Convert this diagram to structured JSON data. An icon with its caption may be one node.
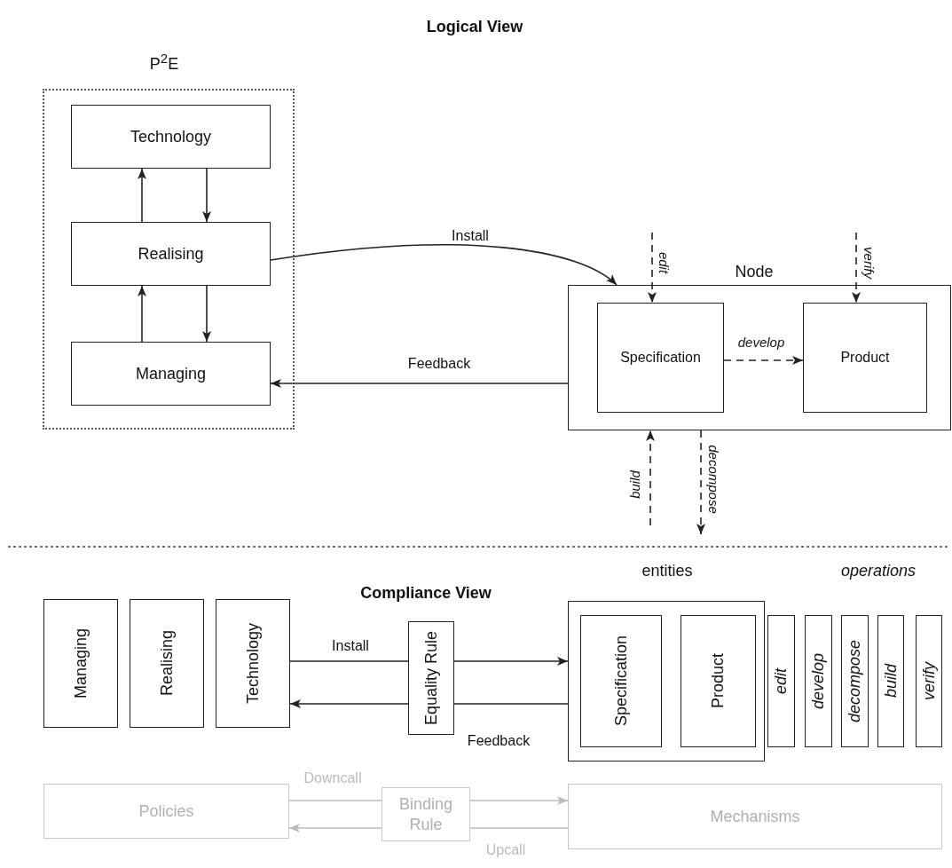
{
  "diagram": {
    "title": "Logical View",
    "nodes": [
      {
        "text": [
          "P$^{2}$E"
        ]
      },
      {
        "text": [
          "Technology"
        ],
        "in": 0
      },
      {
        "text": [
          "Realising"
        ],
        "in": 0
      },
      {
        "text": [
          "Managing"
        ],
        "in": 0
      },
      {
        "text": [
          "Node"
        ]
      },
      {
        "text": [
          "Specification"
        ],
        "in": 4
      },
      {
        "text": [
          "Product"
        ],
        "in": 4
      },
      {
        "text": [
          "Managing"
        ]
      },
      {
        "text": [
          "Realising"
        ]
      },
      {
        "text": [
          "Technology"
        ]
      },
      {
        "text": [
          "Equality Rule"
        ]
      },
      {
        "text": [
          "entities"
        ]
      },
      {
        "text": [
          "Specification"
        ],
        "in": 11
      },
      {
        "text": [
          "Product"
        ],
        "in": 11
      },
      {
        "text": [
          "edit"
        ]
      },
      {
        "text": [
          "develop"
        ]
      },
      {
        "text": [
          "decompose"
        ]
      },
      {
        "text": [
          "build"
        ]
      },
      {
        "text": [
          "verify"
        ]
      },
      {
        "text": [
          "Policies"
        ]
      },
      {
        "text": [
          "Binding Rule"
        ]
      },
      {
        "text": [
          "Mechanisms"
        ]
      }
    ],
    "edges": [
      {
        "from": 2,
        "to": 1,
        "arrow": "to"
      },
      {
        "from": 1,
        "to": 2,
        "arrow": "to"
      },
      {
        "from": 3,
        "to": 2,
        "arrow": "to"
      },
      {
        "from": 2,
        "to": 3,
        "arrow": "to"
      },
      {
        "from": 2,
        "to": 4,
        "arrow": "to",
        "label": "Install"
      },
      {
        "from": 4,
        "to": 3,
        "arrow": "to",
        "label": "Feedback"
      },
      {
        "from": null,
        "to": 5,
        "arrow": "to",
        "label": "edit",
        "style": "dashed"
      },
      {
        "from": null,
        "to": 6,
        "arrow": "to",
        "label": "verify",
        "style": "dashed"
      },
      {
        "from": 5,
        "to": 6,
        "arrow": "to",
        "label": "develop",
        "style": "dashed"
      },
      {
        "from": null,
        "to": 4,
        "arrow": "to",
        "label": "build",
        "style": "dashed"
      },
      {
        "from": 4,
        "to": null,
        "arrow": "to",
        "label": "decompose",
        "style": "dashed"
      },
      {
        "from": 9,
        "to": 10,
        "arrow": "none",
        "label": "Install"
      },
      {
        "from": 10,
        "to": 11,
        "arrow": "to"
      },
      {
        "from": 11,
        "to": 10,
        "arrow": "none",
        "label": "Feedback"
      },
      {
        "from": 10,
        "to": 9,
        "arrow": "to"
      },
      {
        "from": 19,
        "to": 20,
        "arrow": "none",
        "label": "Downcall",
        "color": "#bbbbbb"
      },
      {
        "from": 20,
        "to": 21,
        "arrow": "to",
        "color": "#bbbbbb"
      },
      {
        "from": 21,
        "to": 20,
        "arrow": "none",
        "label": "Upcall",
        "color": "#bbbbbb"
      },
      {
        "from": 20,
        "to": 19,
        "arrow": "to",
        "color": "#bbbbbb"
      }
    ],
    "labels": [
      "Compliance View",
      "operations"
    ]
  }
}
